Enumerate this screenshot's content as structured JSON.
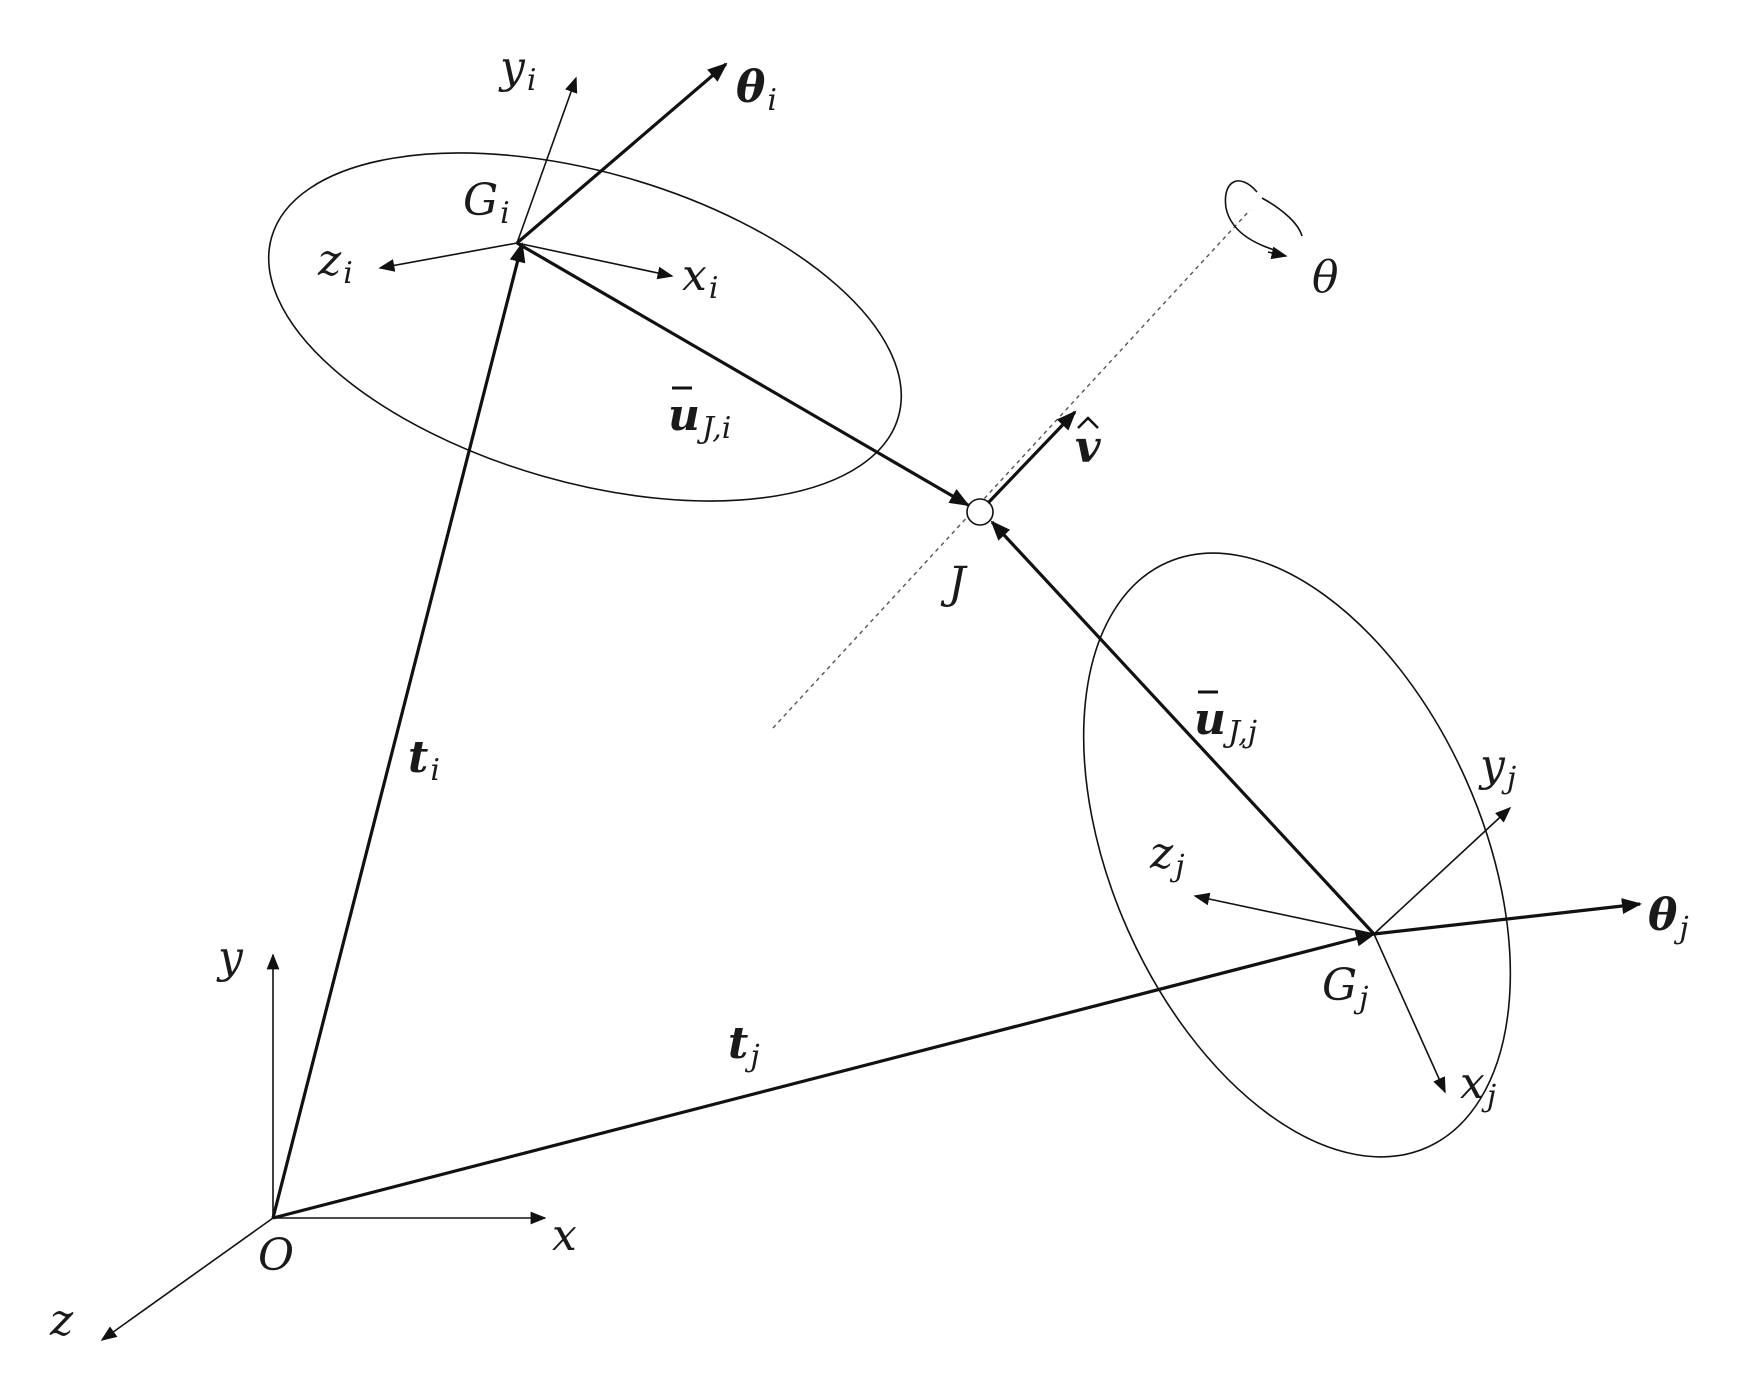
{
  "labels": {
    "y_i": {
      "base": "y",
      "sub": "i"
    },
    "theta_i": {
      "base": "θ",
      "sub": "i"
    },
    "G_i": {
      "base": "G",
      "sub": "i"
    },
    "z_i": {
      "base": "z",
      "sub": "i"
    },
    "x_i": {
      "base": "x",
      "sub": "i"
    },
    "u_Ji": {
      "base": "u",
      "sub": "J,i"
    },
    "theta": {
      "base": "θ"
    },
    "v_hat": {
      "base": "v"
    },
    "J": {
      "base": "J"
    },
    "u_Jj": {
      "base": "u",
      "sub": "J,j"
    },
    "y_j": {
      "base": "y",
      "sub": "j"
    },
    "z_j": {
      "base": "z",
      "sub": "j"
    },
    "theta_j": {
      "base": "θ",
      "sub": "j"
    },
    "G_j": {
      "base": "G",
      "sub": "j"
    },
    "x_j": {
      "base": "x",
      "sub": "j"
    },
    "t_i": {
      "base": "t",
      "sub": "i"
    },
    "t_j": {
      "base": "t",
      "sub": "j"
    },
    "y": {
      "base": "y"
    },
    "x": {
      "base": "x"
    },
    "z": {
      "base": "z"
    },
    "O": {
      "base": "O"
    }
  },
  "colors": {
    "stroke": "#111111",
    "dashed": "#555555"
  }
}
